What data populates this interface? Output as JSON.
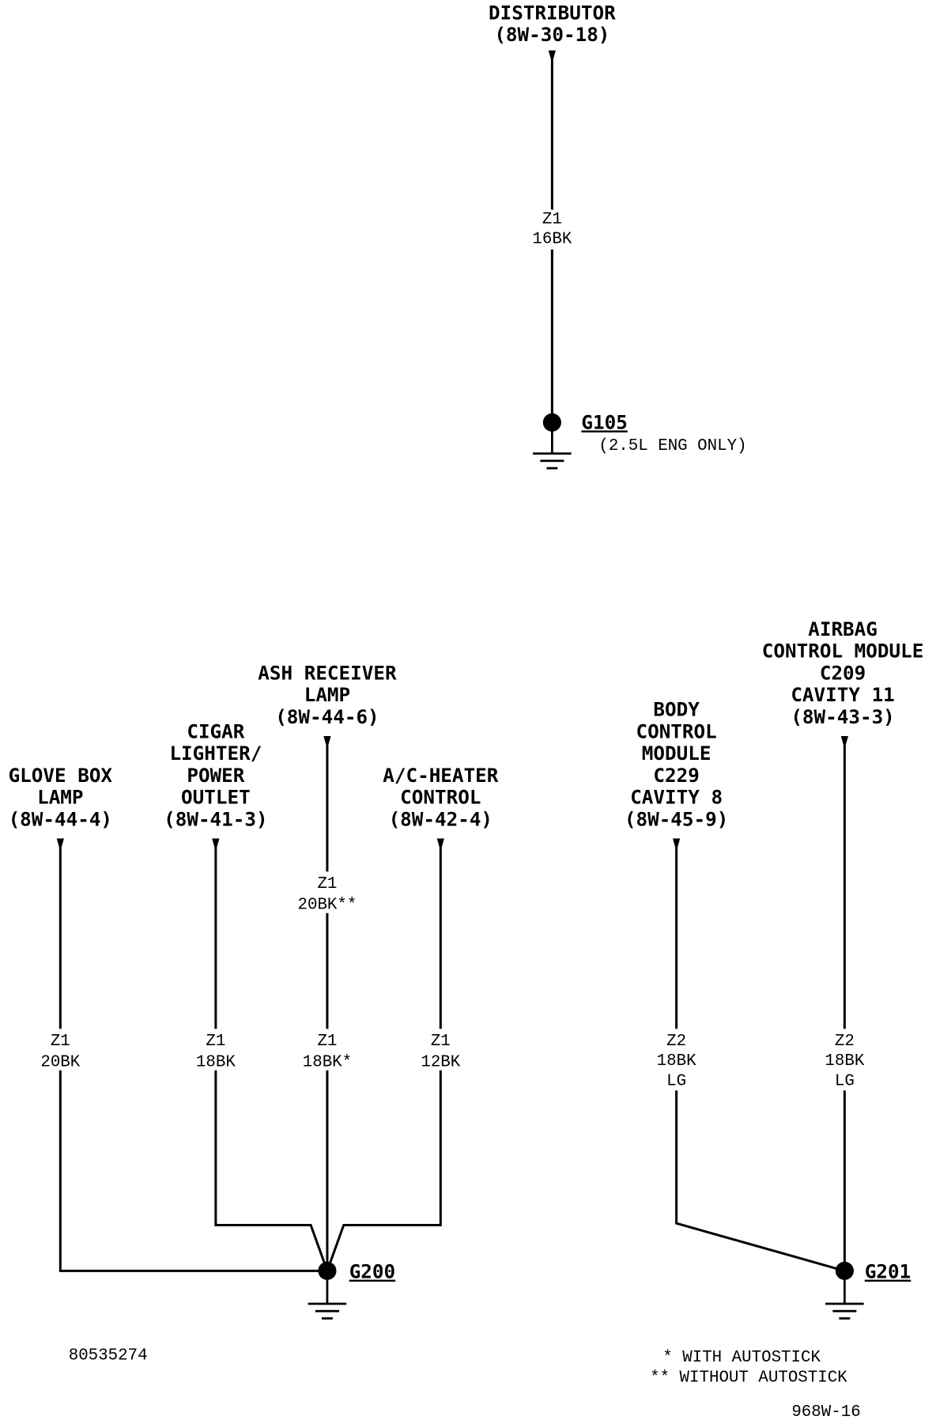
{
  "colors": {
    "background": "#ffffff",
    "ink": "#000000"
  },
  "upper_circuit": {
    "component": [
      "DISTRIBUTOR",
      "(8W-30-18)"
    ],
    "wire_labels": [
      [
        "Z1",
        "16BK"
      ]
    ],
    "ground": "G105",
    "ground_note": "(2.5L ENG ONLY)"
  },
  "ground_g200": {
    "name": "G200",
    "branches": [
      {
        "component": [
          "GLOVE BOX",
          "LAMP",
          "(8W-44-4)"
        ],
        "wire_labels": [
          [
            "Z1",
            "20BK"
          ]
        ]
      },
      {
        "component": [
          "CIGAR",
          "LIGHTER/",
          "POWER",
          "OUTLET",
          "(8W-41-3)"
        ],
        "wire_labels": [
          [
            "Z1",
            "18BK"
          ]
        ]
      },
      {
        "component": [
          "ASH RECEIVER",
          "LAMP",
          "(8W-44-6)"
        ],
        "wire_labels": [
          [
            "Z1",
            "20BK**"
          ],
          [
            "Z1",
            "18BK*"
          ]
        ]
      },
      {
        "component": [
          "A/C-HEATER",
          "CONTROL",
          "(8W-42-4)"
        ],
        "wire_labels": [
          [
            "Z1",
            "12BK"
          ]
        ]
      }
    ]
  },
  "ground_g201": {
    "name": "G201",
    "branches": [
      {
        "component": [
          "BODY",
          "CONTROL",
          "MODULE",
          "C229",
          "CAVITY 8",
          "(8W-45-9)"
        ],
        "wire_labels": [
          [
            "Z2",
            "18BK",
            "LG"
          ]
        ]
      },
      {
        "component": [
          "AIRBAG",
          "CONTROL MODULE",
          "C209",
          "CAVITY 11",
          "(8W-43-3)"
        ],
        "wire_labels": [
          [
            "Z2",
            "18BK",
            "LG"
          ]
        ]
      }
    ]
  },
  "footnotes": [
    "* WITH AUTOSTICK",
    "** WITHOUT AUTOSTICK"
  ],
  "codes": [
    "80535274",
    "968W-16"
  ]
}
